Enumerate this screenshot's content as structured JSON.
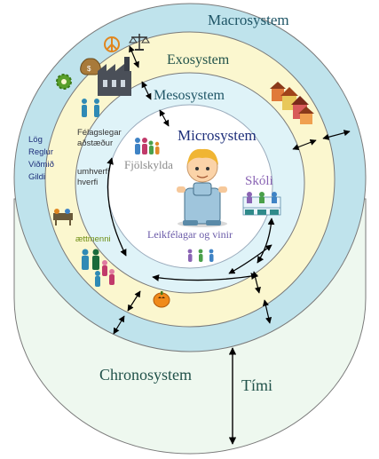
{
  "labels": {
    "macro": "Macrosystem",
    "exo": "Exosystem",
    "meso": "Mesosystem",
    "micro": "Microsystem",
    "chrono": "Chronosystem",
    "timi": "Tími",
    "family": "Fjölskylda",
    "school": "Skóli",
    "peers": "Leikfélagar og vinir",
    "social_1": "Félagslegar",
    "social_2": "aðstæður",
    "env_1": "umhverfi",
    "env_2": "hverfi",
    "relatives": "ættmenni",
    "macro_items": [
      "Lög",
      "Reglur",
      "Viðmið",
      "Gildi"
    ]
  },
  "colors": {
    "chrono_fill": "#eef8ef",
    "macro_fill": "#bfe3ec",
    "exo_fill": "#fbf7cf",
    "meso_fill": "#dff3f8",
    "micro_fill": "#ffffff",
    "label_teal": "#1f5566",
    "label_dark_green": "#21524a",
    "label_navy": "#1e2f7a",
    "family_gray": "#8a8a8a",
    "school_purple": "#8a64b4",
    "peers_purple": "#6a5aa8"
  },
  "icons": [
    "peace-icon",
    "scales-icon",
    "money-bag-icon",
    "gear-icon",
    "factory-icon",
    "houses-icon",
    "people-icon",
    "desks-icon",
    "pumpkin-icon",
    "child-icon"
  ]
}
